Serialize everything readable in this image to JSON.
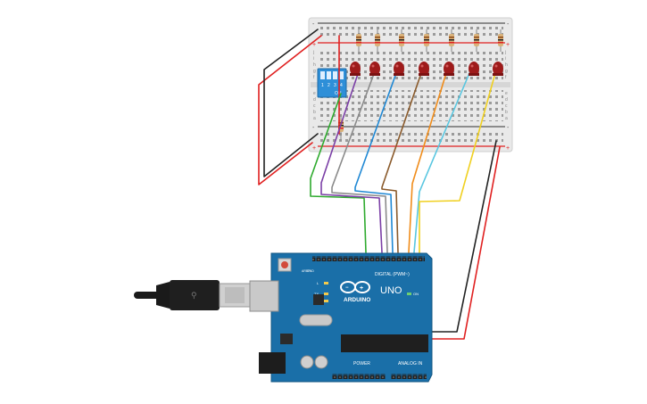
{
  "breadboard": {
    "row_letters_top": [
      "j",
      "i",
      "h",
      "g",
      "f"
    ],
    "row_letters_bottom": [
      "e",
      "d",
      "c",
      "b",
      "a"
    ],
    "rail_plus": "+",
    "rail_minus": "-"
  },
  "dip_switch": {
    "label": "ON",
    "numbers": [
      "1",
      "2",
      "3",
      "4"
    ]
  },
  "leds": {
    "count": 7,
    "color": "#9e1b1b"
  },
  "resistors": {
    "count": 8
  },
  "wires": {
    "colors": [
      "#2eaa2e",
      "#7b3fa6",
      "#8a8a8a",
      "#1f88d4",
      "#8a5a2b",
      "#f08c1a",
      "#58c6e0",
      "#f0d020"
    ],
    "power_red": "#e02020",
    "ground_black": "#222222"
  },
  "arduino": {
    "logo_text": "ARDUINO",
    "model_text": "UNO",
    "digital_label": "DIGITAL (PWM~)",
    "analog_label": "ANALOG IN",
    "power_label": "POWER",
    "led_labels": [
      "L",
      "TX",
      "RX"
    ],
    "on_label": "ON",
    "aref_label": "AREF",
    "gnd_label": "GND",
    "board_color": "#1a6fa8"
  }
}
